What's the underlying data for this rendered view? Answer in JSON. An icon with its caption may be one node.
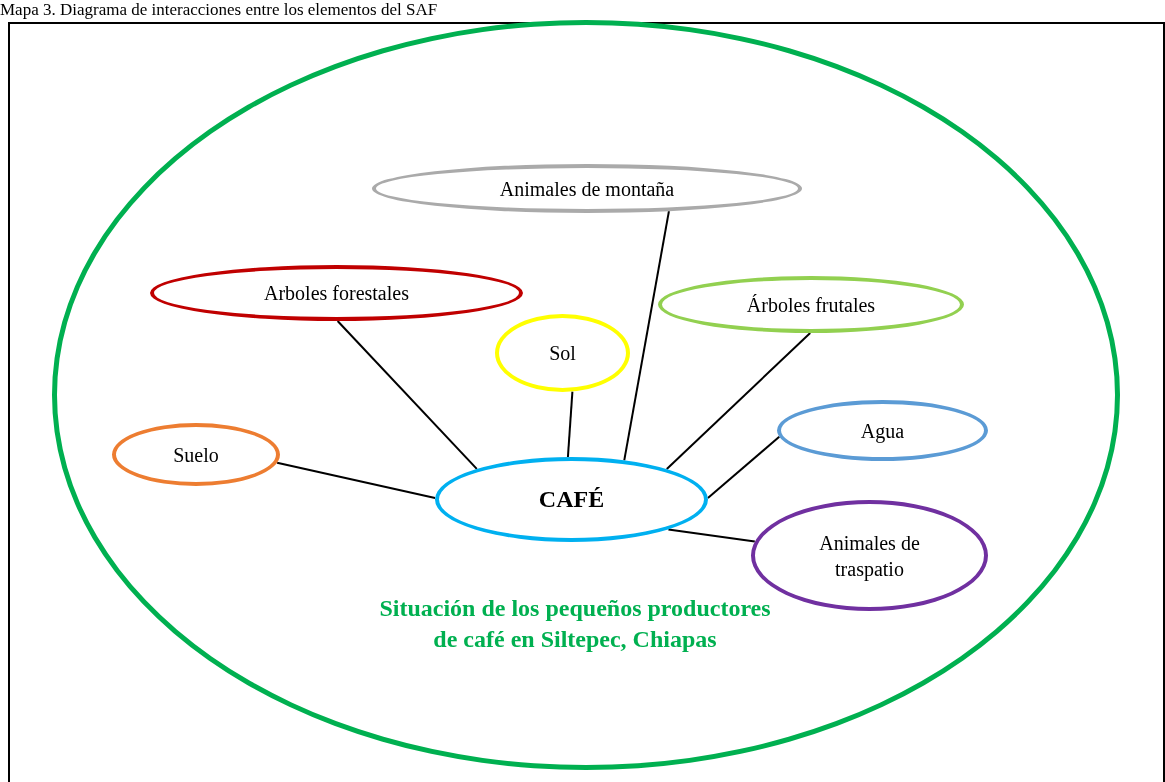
{
  "diagram": {
    "title": "Mapa 3. Diagrama de interacciones entre los elementos del SAF",
    "nodes": [
      {
        "text": [
          "Situación de los pequeños productores de café en Siltepec, Chiapas"
        ]
      },
      {
        "text": [
          "Animales de montaña"
        ],
        "in": 0
      },
      {
        "text": [
          "Arboles forestales"
        ],
        "in": 0
      },
      {
        "text": [
          "Árboles frutales"
        ],
        "in": 0
      },
      {
        "text": [
          "Sol"
        ],
        "in": 0
      },
      {
        "text": [
          "Agua"
        ],
        "in": 0
      },
      {
        "text": [
          "Suelo"
        ],
        "in": 0
      },
      {
        "text": [
          "CAFÉ"
        ],
        "in": 0
      },
      {
        "text": [
          "Animales de traspatio"
        ],
        "in": 0
      }
    ],
    "edges": [
      {
        "from": 7,
        "to": 6,
        "arrow": "none"
      },
      {
        "from": 7,
        "to": 2,
        "arrow": "none"
      },
      {
        "from": 7,
        "to": 4,
        "arrow": "none"
      },
      {
        "from": 7,
        "to": 1,
        "arrow": "none"
      },
      {
        "from": 7,
        "to": 3,
        "arrow": "none"
      },
      {
        "from": 7,
        "to": 5,
        "arrow": "none"
      },
      {
        "from": 7,
        "to": 8,
        "arrow": "none"
      }
    ]
  }
}
